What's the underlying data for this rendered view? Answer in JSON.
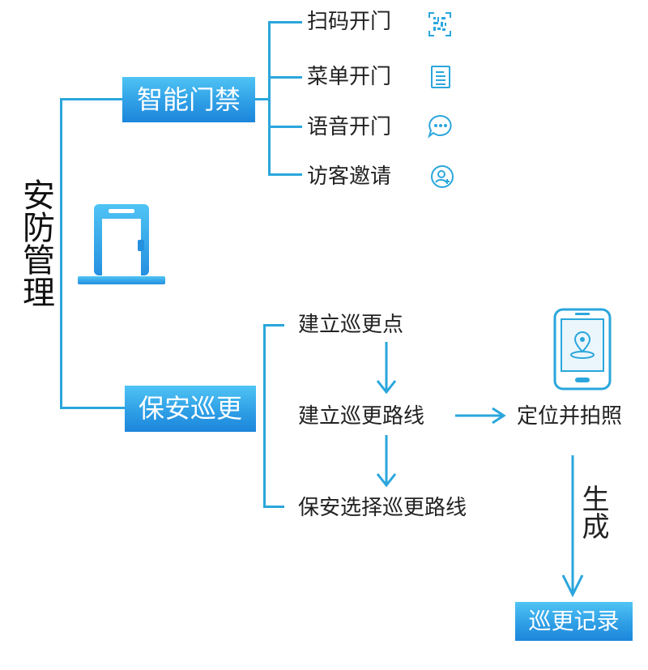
{
  "title": "安防管理",
  "branches": {
    "access": {
      "label": "智能门禁",
      "items": [
        {
          "label": "扫码开门",
          "icon": "qr-code-icon"
        },
        {
          "label": "菜单开门",
          "icon": "menu-document-icon"
        },
        {
          "label": "语音开门",
          "icon": "chat-bubble-icon"
        },
        {
          "label": "访客邀请",
          "icon": "user-add-icon"
        }
      ]
    },
    "patrol": {
      "label": "保安巡更",
      "steps": [
        "建立巡更点",
        "建立巡更路线",
        "保安选择巡更路线"
      ],
      "locate": "定位并拍照",
      "generate": "生成",
      "record": "巡更记录"
    }
  },
  "colors": {
    "accent": "#2aa6dc",
    "box_top": "#4fc4f4",
    "box_bottom": "#1c86db"
  }
}
